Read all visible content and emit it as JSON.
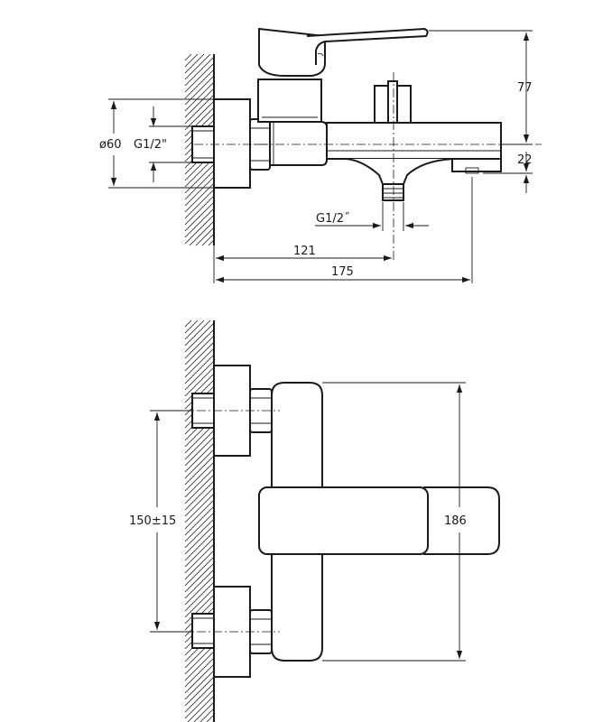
{
  "dimensions": {
    "diameter": "ø60",
    "inlet_thread": "G1/2\"",
    "outlet_thread": "G1/2˝",
    "height_top": "77",
    "height_bottom": "22",
    "length_outlet": "121",
    "length_total": "175",
    "inlet_spacing": "150±15",
    "body_height": "186"
  }
}
